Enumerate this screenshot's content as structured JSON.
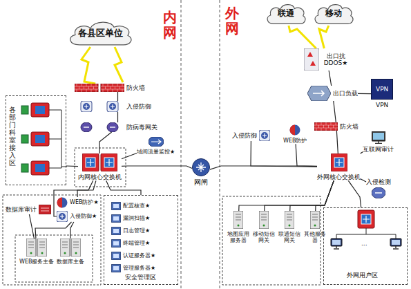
{
  "diagram": {
    "nodes": [
      {
        "text": [
          "各县区单位"
        ]
      },
      {
        "text": [
          "防火墙"
        ]
      },
      {
        "text": [
          "入侵防御"
        ]
      },
      {
        "text": [
          "防病毒网关"
        ]
      },
      {
        "text": [
          "各部门科室接入区"
        ]
      },
      {
        "text": [
          "域间流量监控★"
        ]
      },
      {
        "text": [
          "内网核心交换机"
        ]
      },
      {
        "text": [
          "网闸"
        ]
      },
      {
        "text": [
          "数据库审计"
        ]
      },
      {
        "text": [
          "WEB防护★"
        ]
      },
      {
        "text": [
          "入侵防御★"
        ]
      },
      {
        "text": [
          "WEB服务主备"
        ]
      },
      {
        "text": [
          "数据库主备"
        ]
      },
      {
        "text": [
          "安全管理区"
        ]
      },
      {
        "text": [
          "配置核查★"
        ],
        "in": 13
      },
      {
        "text": [
          "漏洞扫描★"
        ],
        "in": 13
      },
      {
        "text": [
          "日志管理★"
        ],
        "in": 13
      },
      {
        "text": [
          "终端管理★"
        ],
        "in": 13
      },
      {
        "text": [
          "认证服务器★"
        ],
        "in": 13
      },
      {
        "text": [
          "管理服务器★"
        ],
        "in": 13
      },
      {
        "text": [
          "联通"
        ]
      },
      {
        "text": [
          "移动"
        ]
      },
      {
        "text": [
          "出口抗DDOS★"
        ]
      },
      {
        "text": [
          "出口负载"
        ]
      },
      {
        "text": [
          "VPN",
          "VPN"
        ]
      },
      {
        "text": [
          "入侵防御"
        ]
      },
      {
        "text": [
          "WEB防护"
        ]
      },
      {
        "text": [
          "防火墙"
        ]
      },
      {
        "text": [
          "互联网审计"
        ]
      },
      {
        "text": [
          "外网核心交换机"
        ]
      },
      {
        "text": [
          "入侵检测"
        ]
      },
      {
        "text": [
          "地图应用服务器"
        ]
      },
      {
        "text": [
          "移动短信网关"
        ]
      },
      {
        "text": [
          "联通短信网关"
        ]
      },
      {
        "text": [
          "其他服务器"
        ]
      },
      {
        "text": [
          "...",
          "外网用户区"
        ]
      }
    ],
    "edges": [
      {
        "from": 0,
        "to": 1,
        "arrow": "none"
      },
      {
        "from": 1,
        "to": 2,
        "arrow": "none"
      },
      {
        "from": 2,
        "to": 3,
        "arrow": "none"
      },
      {
        "from": 3,
        "to": 6,
        "arrow": "none"
      },
      {
        "from": 4,
        "to": 6,
        "arrow": "none"
      },
      {
        "from": 5,
        "to": 6,
        "arrow": "none"
      },
      {
        "from": 6,
        "to": 7,
        "arrow": "none"
      },
      {
        "from": 7,
        "to": 29,
        "arrow": "none"
      },
      {
        "from": 6,
        "to": 9,
        "arrow": "none"
      },
      {
        "from": 6,
        "to": 10,
        "arrow": "none"
      },
      {
        "from": 8,
        "to": 11,
        "arrow": "none"
      },
      {
        "from": 10,
        "to": 11,
        "arrow": "none"
      },
      {
        "from": 10,
        "to": 12,
        "arrow": "none"
      },
      {
        "from": 6,
        "to": 13,
        "arrow": "none"
      },
      {
        "from": 20,
        "to": 22,
        "arrow": "none"
      },
      {
        "from": 21,
        "to": 22,
        "arrow": "none"
      },
      {
        "from": 22,
        "to": 23,
        "arrow": "none"
      },
      {
        "from": 23,
        "to": 24,
        "arrow": "none"
      },
      {
        "from": 23,
        "to": 27,
        "arrow": "none"
      },
      {
        "from": 27,
        "to": 29,
        "arrow": "none"
      },
      {
        "from": 25,
        "to": 29,
        "arrow": "none"
      },
      {
        "from": 26,
        "to": 29,
        "arrow": "none"
      },
      {
        "from": 28,
        "to": 29,
        "arrow": "none"
      },
      {
        "from": 30,
        "to": 29,
        "arrow": "none"
      },
      {
        "from": 29,
        "to": 31,
        "arrow": "none"
      },
      {
        "from": 29,
        "to": 32,
        "arrow": "none"
      },
      {
        "from": 29,
        "to": 33,
        "arrow": "none"
      },
      {
        "from": 29,
        "to": 34,
        "arrow": "none"
      },
      {
        "from": 29,
        "to": 35,
        "arrow": "none"
      }
    ],
    "labels": [
      "内网",
      "外网"
    ]
  }
}
